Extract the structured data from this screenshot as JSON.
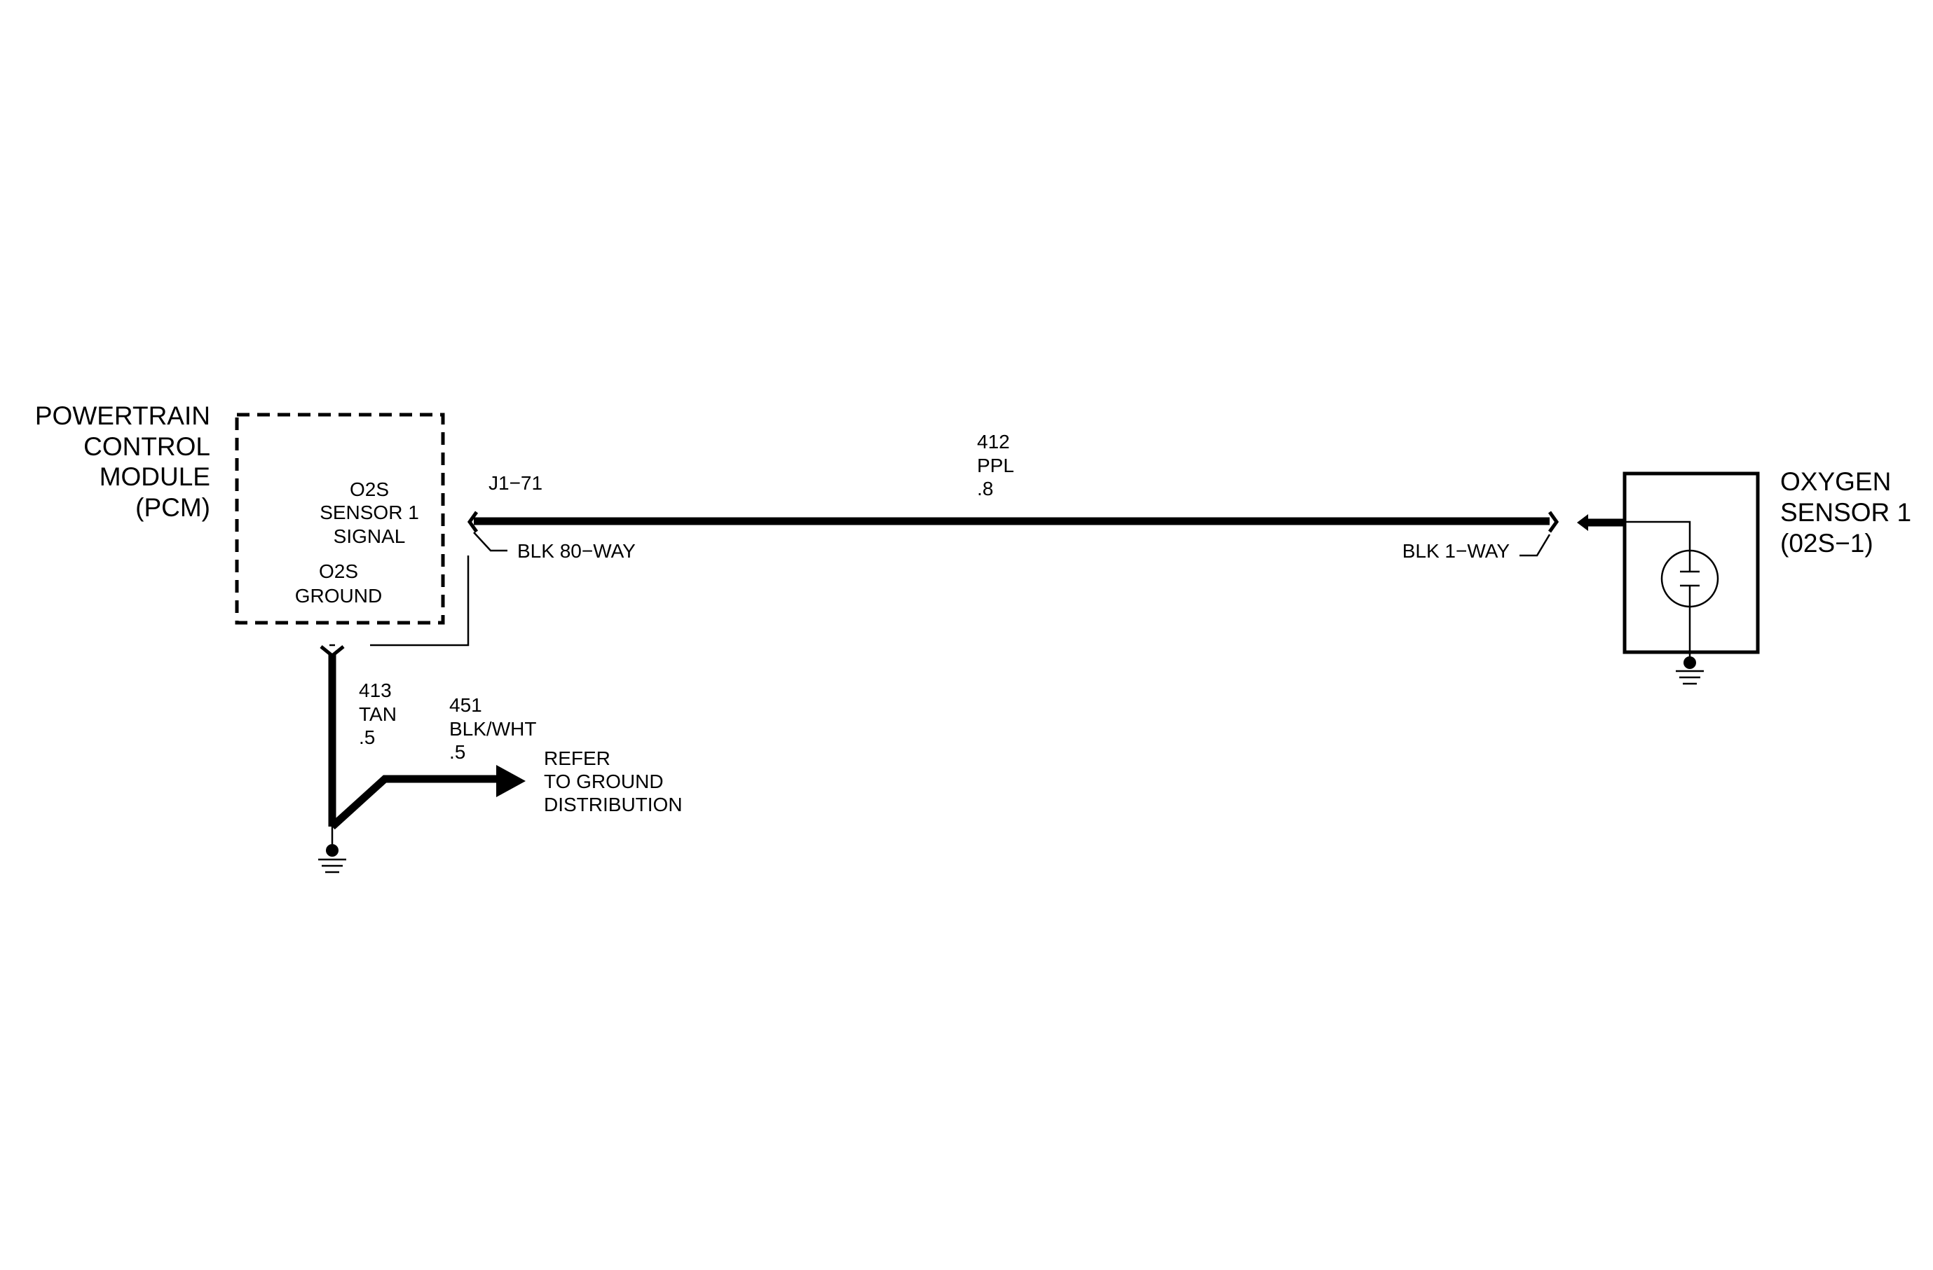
{
  "pcm": {
    "name_lines": [
      "POWERTRAIN",
      "CONTROL",
      "MODULE",
      "(PCM)"
    ],
    "signal_label_lines": [
      "O2S",
      "SENSOR 1",
      "SIGNAL"
    ],
    "ground_label_lines": [
      "O2S",
      "GROUND"
    ]
  },
  "sensor": {
    "name_lines": [
      "OXYGEN",
      "SENSOR 1",
      "(02S−1)"
    ]
  },
  "signal_wire": {
    "pin": "J1−71",
    "circuit": "412",
    "color": "PPL",
    "gauge": ".8",
    "pcm_connector": "BLK 80−WAY",
    "sensor_connector": "BLK 1−WAY"
  },
  "ground_wire": {
    "circuit": "413",
    "color": "TAN",
    "gauge": ".5"
  },
  "ground_branch": {
    "circuit": "451",
    "color": "BLK/WHT",
    "gauge": ".5",
    "refer_lines": [
      "REFER",
      "TO GROUND",
      "DISTRIBUTION"
    ]
  },
  "colors": {
    "ink": "#000000",
    "background": "#ffffff"
  }
}
